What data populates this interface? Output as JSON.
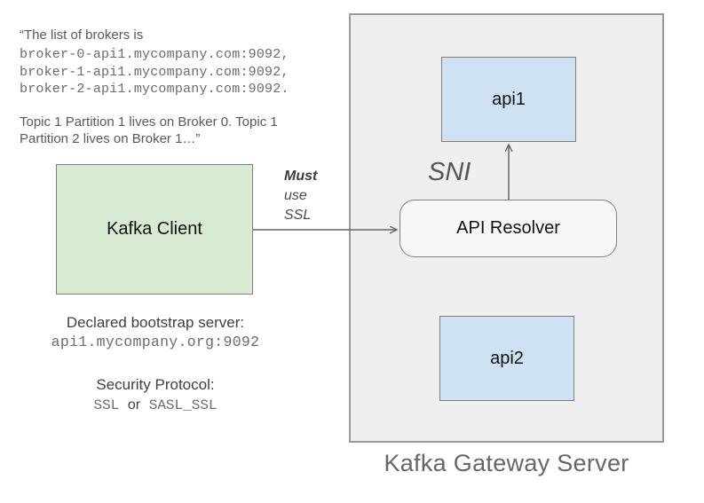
{
  "colors": {
    "green-fill": "#d9ead3",
    "blue-fill": "#cfe2f3",
    "gateway-fill": "#efefef",
    "resolver-fill": "#f7f7f7",
    "box-border": "#7f7f7f",
    "gateway-border": "#999999",
    "line-color": "#666666"
  },
  "client_note": {
    "quote_line": "“The list of brokers is",
    "brokers": [
      "broker-0-api1.mycompany.com:9092,",
      "broker-1-api1.mycompany.com:9092,",
      "broker-2-api1.mycompany.com:9092."
    ],
    "topic_text": "Topic 1 Partition 1 lives on Broker 0. Topic 1 Partition 2 lives on Broker 1…”"
  },
  "client_box": {
    "label": "Kafka Client"
  },
  "connection_label": {
    "must": "Must",
    "use": "use",
    "ssl": "SSL"
  },
  "sni_label": "SNI",
  "gateway": {
    "label": "Kafka Gateway Server",
    "resolver_label": "API Resolver",
    "api1_label": "api1",
    "api2_label": "api2"
  },
  "bootstrap": {
    "heading": "Declared bootstrap server:",
    "value": "api1.mycompany.org:9092"
  },
  "security": {
    "heading": "Security Protocol:",
    "option1": "SSL",
    "connector": "or",
    "option2": "SASL_SSL"
  }
}
